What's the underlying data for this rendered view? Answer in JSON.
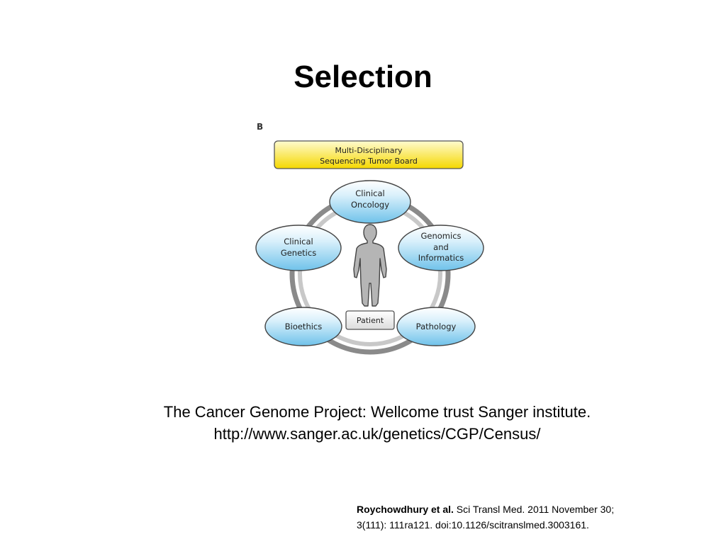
{
  "slide": {
    "title": "Selection"
  },
  "diagram": {
    "panel_label": "B",
    "board_line1": "Multi-Disciplinary",
    "board_line2": "Sequencing Tumor Board",
    "patient_label": "Patient",
    "nodes": [
      {
        "id": "clinical-oncology",
        "lines": [
          "Clinical",
          "Oncology"
        ]
      },
      {
        "id": "genomics-and-informatics",
        "lines": [
          "Genomics",
          "and",
          "Informatics"
        ]
      },
      {
        "id": "pathology",
        "lines": [
          "Pathology"
        ]
      },
      {
        "id": "bioethics",
        "lines": [
          "Bioethics"
        ]
      },
      {
        "id": "clinical-genetics",
        "lines": [
          "Clinical",
          "Genetics"
        ]
      }
    ],
    "colors": {
      "board_fill_top": "#fffbd0",
      "board_fill_bottom": "#f5d800",
      "node_fill_top": "#ffffff",
      "node_fill_bottom": "#6fc2ea",
      "ring_outer": "#8a8a8a",
      "ring_inner": "#c8c8c8",
      "figure_fill": "#b5b5b5"
    }
  },
  "caption": {
    "line1": "The Cancer Genome Project: Wellcome trust Sanger institute.",
    "line2": "http://www.sanger.ac.uk/genetics/CGP/Census/"
  },
  "reference": {
    "author": "Roychowdhury et al.",
    "citation_line1": " Sci Transl Med. 2011 November 30;",
    "citation_line2": "3(111): 111ra121. doi:10.1126/scitranslmed.3003161."
  }
}
